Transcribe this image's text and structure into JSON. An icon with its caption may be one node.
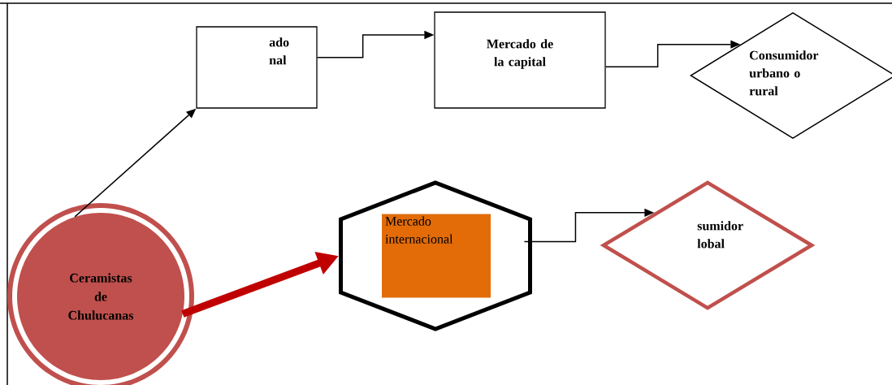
{
  "diagram": {
    "nodes": [
      {
        "text": [
          "ado nal"
        ]
      },
      {
        "text": [
          "Mercado de la capital"
        ]
      },
      {
        "text": [
          "Consumidor urbano o rural"
        ]
      },
      {
        "text": [
          "Ceramistas de Chulucanas"
        ]
      },
      {
        "text": [],
        "shape": "hexagon"
      },
      {
        "text": [
          "Mercado internacional"
        ],
        "in": 4
      },
      {
        "text": [
          "sumidor lobal"
        ]
      }
    ],
    "edges": [
      {
        "from": 3,
        "to": 0,
        "arrow": "to"
      },
      {
        "from": 0,
        "to": 1,
        "arrow": "to"
      },
      {
        "from": 1,
        "to": 2,
        "arrow": "to"
      },
      {
        "from": 3,
        "to": 4,
        "arrow": "to",
        "style": "thick",
        "color": "#c00000"
      },
      {
        "from": 4,
        "to": 6,
        "arrow": "to"
      }
    ]
  }
}
